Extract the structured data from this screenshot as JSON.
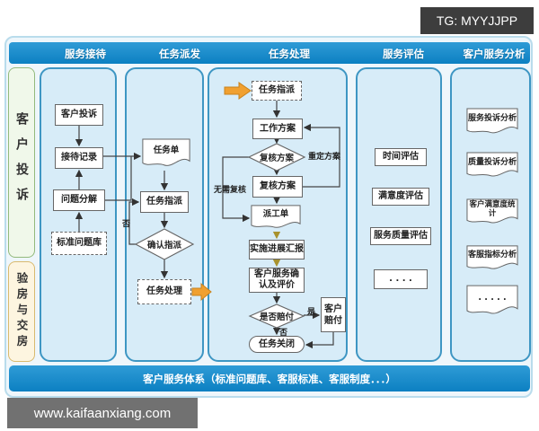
{
  "overlay": {
    "tg_badge": "TG: MYYJJPP",
    "watermark": "www.kaifaanxiang.com"
  },
  "header": {
    "columns": [
      "服务接待",
      "任务派发",
      "任务处理",
      "服务评估",
      "客户服务分析"
    ]
  },
  "side": {
    "top": "客户投诉",
    "bottom": "验房与交房"
  },
  "footer": {
    "label": "客户服务体系（标准问题库、客服标准、客服制度．．．）"
  },
  "reception": {
    "complaint": "客户投诉",
    "record": "接待记录",
    "decompose": "问题分解",
    "standard_lib": "标准问题库"
  },
  "dispatch": {
    "task_sheet": "任务单",
    "assign": "任务指派",
    "confirm": "确认指派",
    "process": "任务处理",
    "no_label": "否"
  },
  "processing": {
    "assign": "任务指派",
    "work_plan": "工作方案",
    "review_check": "复核方案",
    "review": "复核方案",
    "redo_label": "重定方案",
    "no_review_label": "无需复核",
    "work_order": "派工单",
    "progress_report": "实施进展汇报",
    "service_confirm": "客户服务确认及评价",
    "compensate_check": "是否赔付",
    "yes_label": "是",
    "no_label": "否",
    "customer_compensate": "客户赔付",
    "task_close": "任务关闭"
  },
  "evaluation": {
    "items": [
      "时间评估",
      "满意度评估",
      "服务质量评估",
      ". . . ."
    ]
  },
  "analysis": {
    "items": [
      "服务投诉分析",
      "质量投诉分析",
      "客户满意度统计",
      "客服指标分析",
      ". . . . ."
    ]
  },
  "colors": {
    "header_blue": "#0c80c2",
    "lane_fill": "#d7ecf8",
    "lane_border": "#3e96c3",
    "side_green": "#93ba7c",
    "side_cream": "#d9ba6e",
    "orange_arrow": "#f0a030",
    "gold_edge": "#a8922e",
    "badge_gray": "#3d3d3d",
    "watermark_gray": "#717171"
  }
}
